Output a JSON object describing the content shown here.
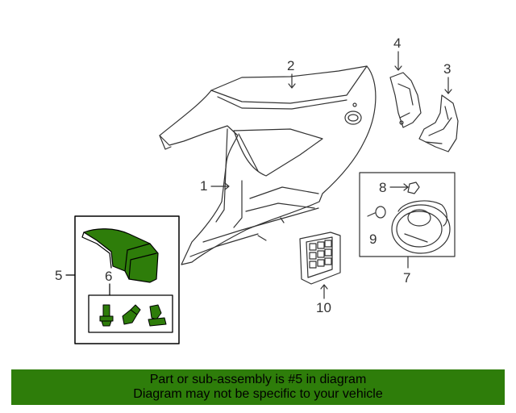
{
  "callouts": {
    "c1": "1",
    "c2": "2",
    "c3": "3",
    "c4": "4",
    "c5": "5",
    "c6": "6",
    "c7": "7",
    "c8": "8",
    "c9": "9",
    "c10": "10"
  },
  "banner": {
    "line1": "Part or sub-assembly is #5 in diagram",
    "line2": "Diagram may not be specific to your vehicle"
  },
  "colors": {
    "highlight_part": "#2e7d0a",
    "banner_bg": "#2e7d0a",
    "line_art": "#333333"
  }
}
